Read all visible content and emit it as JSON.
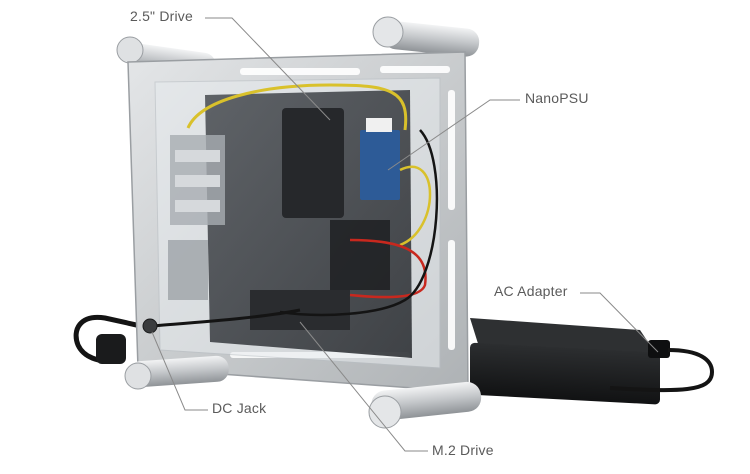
{
  "callouts": {
    "drive_label": "2.5\" Drive",
    "psu_label": "NanoPSU",
    "ac_label": "AC Adapter",
    "dc_label": "DC Jack",
    "m2_label": "M.2 Drive"
  },
  "colors": {
    "frame": "#cfd1d3",
    "frame_edge": "#9a9ea2",
    "board": "#3c3f43",
    "acrylic": "#e8ecef",
    "adapter": "#1d1f21",
    "cable": "#141414",
    "psu_board": "#2d5b97",
    "wire_yellow": "#d9c12b",
    "wire_red": "#c8281e",
    "leader": "#8a8a8a"
  }
}
